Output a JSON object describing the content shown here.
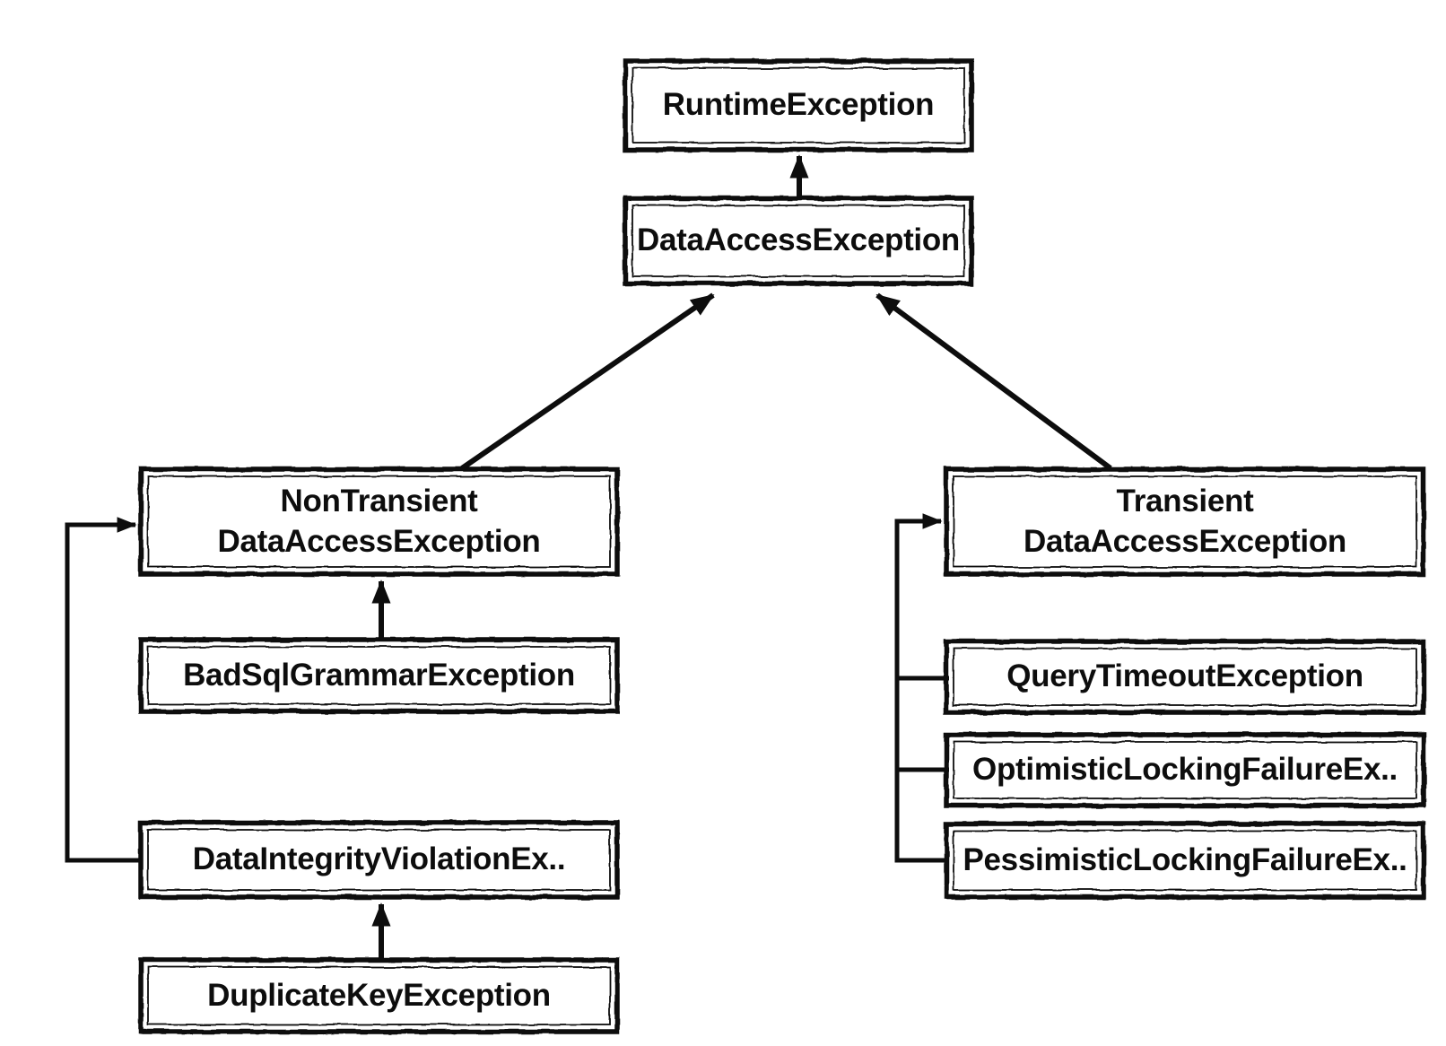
{
  "diagram": {
    "type": "class-hierarchy",
    "colors": {
      "ink": "#0d0d0d",
      "background": "#ffffff"
    },
    "nodes": {
      "runtime_exception": {
        "label": "RuntimeException"
      },
      "data_access_exception": {
        "label": "DataAccessException"
      },
      "non_transient_data_access_exception": {
        "line1": "NonTransient",
        "line2": "DataAccessException"
      },
      "bad_sql_grammar_exception": {
        "label": "BadSqlGrammarException"
      },
      "data_integrity_violation_exception": {
        "label": "DataIntegrityViolationEx.."
      },
      "duplicate_key_exception": {
        "label": "DuplicateKeyException"
      },
      "transient_data_access_exception": {
        "line1": "Transient",
        "line2": "DataAccessException"
      },
      "query_timeout_exception": {
        "label": "QueryTimeoutException"
      },
      "optimistic_locking_failure_exception": {
        "label": "OptimisticLockingFailureEx.."
      },
      "pessimistic_locking_failure_exception": {
        "label": "PessimisticLockingFailureEx.."
      }
    },
    "edges": [
      {
        "from": "DataAccessException",
        "to": "RuntimeException"
      },
      {
        "from": "NonTransient DataAccessException",
        "to": "DataAccessException"
      },
      {
        "from": "Transient DataAccessException",
        "to": "DataAccessException"
      },
      {
        "from": "BadSqlGrammarException",
        "to": "NonTransient DataAccessException"
      },
      {
        "from": "DataIntegrityViolationEx..",
        "to": "NonTransient DataAccessException"
      },
      {
        "from": "DuplicateKeyException",
        "to": "DataIntegrityViolationEx.."
      },
      {
        "from": "QueryTimeoutException",
        "to": "Transient DataAccessException"
      },
      {
        "from": "OptimisticLockingFailureEx..",
        "to": "Transient DataAccessException"
      },
      {
        "from": "PessimisticLockingFailureEx..",
        "to": "Transient DataAccessException"
      }
    ]
  }
}
